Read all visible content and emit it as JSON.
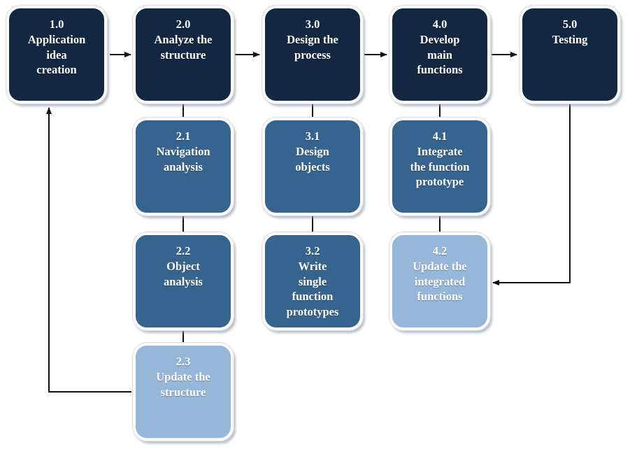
{
  "colors": {
    "node-dark": "#132740",
    "node-medium": "#36648f",
    "node-light": "#96b6da",
    "node-border": "#fbfbfb",
    "connector": "#111111",
    "text": "#ffffff",
    "background": "#ffffff"
  },
  "nodes": {
    "n10": {
      "number": "1.0",
      "name": "Application idea creation",
      "label": "1.0\nApplication\nidea\ncreation",
      "tier": "dark"
    },
    "n20": {
      "number": "2.0",
      "name": "Analyze the structure",
      "label": "2.0\nAnalyze the\nstructure",
      "tier": "dark"
    },
    "n30": {
      "number": "3.0",
      "name": "Design the process",
      "label": "3.0\nDesign the\nprocess",
      "tier": "dark"
    },
    "n40": {
      "number": "4.0",
      "name": "Develop main functions",
      "label": "4.0\nDevelop\nmain\nfunctions",
      "tier": "dark"
    },
    "n50": {
      "number": "5.0",
      "name": "Testing",
      "label": "5.0\nTesting",
      "tier": "dark"
    },
    "n21": {
      "number": "2.1",
      "name": "Navigation analysis",
      "label": "2.1\nNavigation\nanalysis",
      "tier": "medium"
    },
    "n31": {
      "number": "3.1",
      "name": "Design objects",
      "label": "3.1\nDesign\nobjects",
      "tier": "medium"
    },
    "n41": {
      "number": "4.1",
      "name": "Integrate the function prototype",
      "label": "4.1\nIntegrate\nthe function\nprototype",
      "tier": "medium"
    },
    "n22": {
      "number": "2.2",
      "name": "Object analysis",
      "label": "2.2\nObject\nanalysis",
      "tier": "medium"
    },
    "n32": {
      "number": "3.2",
      "name": "Write single function prototypes",
      "label": "3.2\nWrite\nsingle\nfunction\nprototypes",
      "tier": "medium"
    },
    "n42": {
      "number": "4.2",
      "name": "Update the integrated functions",
      "label": "4.2\nUpdate the\nintegrated\nfunctions",
      "tier": "light"
    },
    "n23": {
      "number": "2.3",
      "name": "Update the structure",
      "label": "2.3\nUpdate the\nstructure",
      "tier": "light"
    }
  },
  "connections": [
    {
      "from": "1.0",
      "to": "2.0",
      "style": "arrow"
    },
    {
      "from": "2.0",
      "to": "3.0",
      "style": "arrow"
    },
    {
      "from": "3.0",
      "to": "4.0",
      "style": "arrow"
    },
    {
      "from": "4.0",
      "to": "5.0",
      "style": "arrow"
    },
    {
      "from": "2.0",
      "to": "2.1",
      "style": "line"
    },
    {
      "from": "2.1",
      "to": "2.2",
      "style": "line"
    },
    {
      "from": "2.2",
      "to": "2.3",
      "style": "line"
    },
    {
      "from": "3.0",
      "to": "3.1",
      "style": "line"
    },
    {
      "from": "3.1",
      "to": "3.2",
      "style": "line"
    },
    {
      "from": "4.0",
      "to": "4.1",
      "style": "line"
    },
    {
      "from": "4.1",
      "to": "4.2",
      "style": "line"
    },
    {
      "from": "5.0",
      "to": "4.2",
      "style": "elbow-arrow"
    },
    {
      "from": "2.3",
      "to": "1.0",
      "style": "elbow-arrow"
    }
  ]
}
